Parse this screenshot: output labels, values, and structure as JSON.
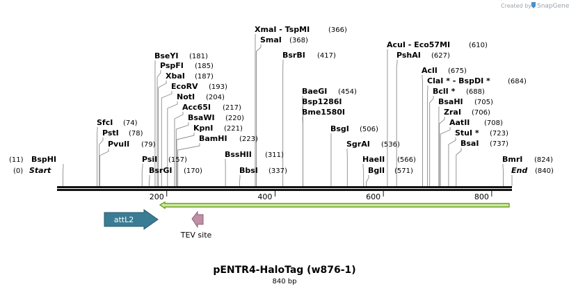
{
  "app": {
    "credit_prefix": "Created by",
    "credit_brand": "SnapGene",
    "title": "pENTR4-HaloTag (w876-1)",
    "subtitle": "840 bp"
  },
  "map": {
    "length": 840,
    "ticks": [
      "200",
      "400",
      "600",
      "800"
    ],
    "tick_values": [
      200,
      400,
      600,
      800
    ],
    "colors": {
      "backbone": "#111111",
      "halotag_fill": "#cfe8a3",
      "halotag_stroke": "#6aa120",
      "attl2": "#3a7c94",
      "tev": "#c08fa6",
      "label_line": "#8a8a8a"
    },
    "sites": [
      {
        "name": "BspHI",
        "pos": 11,
        "num": "(11)"
      },
      {
        "name": "Start",
        "pos": 0,
        "num": "(0)"
      },
      {
        "name": "SfcI",
        "pos": 74,
        "num": "(74)"
      },
      {
        "name": "PstI",
        "pos": 78,
        "num": "(78)"
      },
      {
        "name": "PvuII",
        "pos": 79,
        "num": "(79)"
      },
      {
        "name": "PsiI",
        "pos": 157,
        "num": "(157)"
      },
      {
        "name": "BsrGI",
        "pos": 170,
        "num": "(170)"
      },
      {
        "name": "BseYI",
        "pos": 181,
        "num": "(181)"
      },
      {
        "name": "PspFI",
        "pos": 185,
        "num": "(185)"
      },
      {
        "name": "XbaI",
        "pos": 187,
        "num": "(187)"
      },
      {
        "name": "EcoRV",
        "pos": 193,
        "num": "(193)"
      },
      {
        "name": "NotI",
        "pos": 204,
        "num": "(204)"
      },
      {
        "name": "Acc65I",
        "pos": 217,
        "num": "(217)"
      },
      {
        "name": "BsaWI",
        "pos": 220,
        "num": "(220)"
      },
      {
        "name": "KpnI",
        "pos": 221,
        "num": "(221)"
      },
      {
        "name": "BamHI",
        "pos": 223,
        "num": "(223)"
      },
      {
        "name": "BssHII",
        "pos": 311,
        "num": "(311)"
      },
      {
        "name": "BbsI",
        "pos": 337,
        "num": "(337)"
      },
      {
        "name": "XmaI  -  TspMI",
        "pos": 366,
        "num": "(366)"
      },
      {
        "name": "SmaI",
        "pos": 368,
        "num": "(368)"
      },
      {
        "name": "BsrBI",
        "pos": 417,
        "num": "(417)"
      },
      {
        "name": "BaeGI",
        "pos": 454,
        "num": "(454)"
      },
      {
        "name": "Bsp1286I",
        "pos": 454,
        "num": ""
      },
      {
        "name": "Bme1580I",
        "pos": 454,
        "num": ""
      },
      {
        "name": "BsgI",
        "pos": 506,
        "num": "(506)"
      },
      {
        "name": "SgrAI",
        "pos": 536,
        "num": "(536)"
      },
      {
        "name": "HaeII",
        "pos": 566,
        "num": "(566)"
      },
      {
        "name": "BglI",
        "pos": 571,
        "num": "(571)"
      },
      {
        "name": "AcuI  -  Eco57MI",
        "pos": 610,
        "num": "(610)"
      },
      {
        "name": "PshAI",
        "pos": 627,
        "num": "(627)"
      },
      {
        "name": "AclI",
        "pos": 675,
        "num": "(675)"
      },
      {
        "name": "ClaI *  -  BspDI *",
        "pos": 684,
        "num": "(684)"
      },
      {
        "name": "BclI *",
        "pos": 688,
        "num": "(688)"
      },
      {
        "name": "BsaHI",
        "pos": 705,
        "num": "(705)"
      },
      {
        "name": "ZraI",
        "pos": 706,
        "num": "(706)"
      },
      {
        "name": "AatII",
        "pos": 708,
        "num": "(708)"
      },
      {
        "name": "StuI *",
        "pos": 723,
        "num": "(723)"
      },
      {
        "name": "BsaI",
        "pos": 737,
        "num": "(737)"
      },
      {
        "name": "BmrI",
        "pos": 824,
        "num": "(824)"
      },
      {
        "name": "End",
        "pos": 840,
        "num": "(840)"
      }
    ],
    "features": [
      {
        "name": "attL2",
        "start": 88,
        "end": 187,
        "strand": "forward"
      },
      {
        "name": "TEV site",
        "start": 255,
        "end": 275,
        "strand": "reverse"
      },
      {
        "name": "",
        "start": 190,
        "end": 840,
        "strand": "reverse"
      }
    ]
  }
}
